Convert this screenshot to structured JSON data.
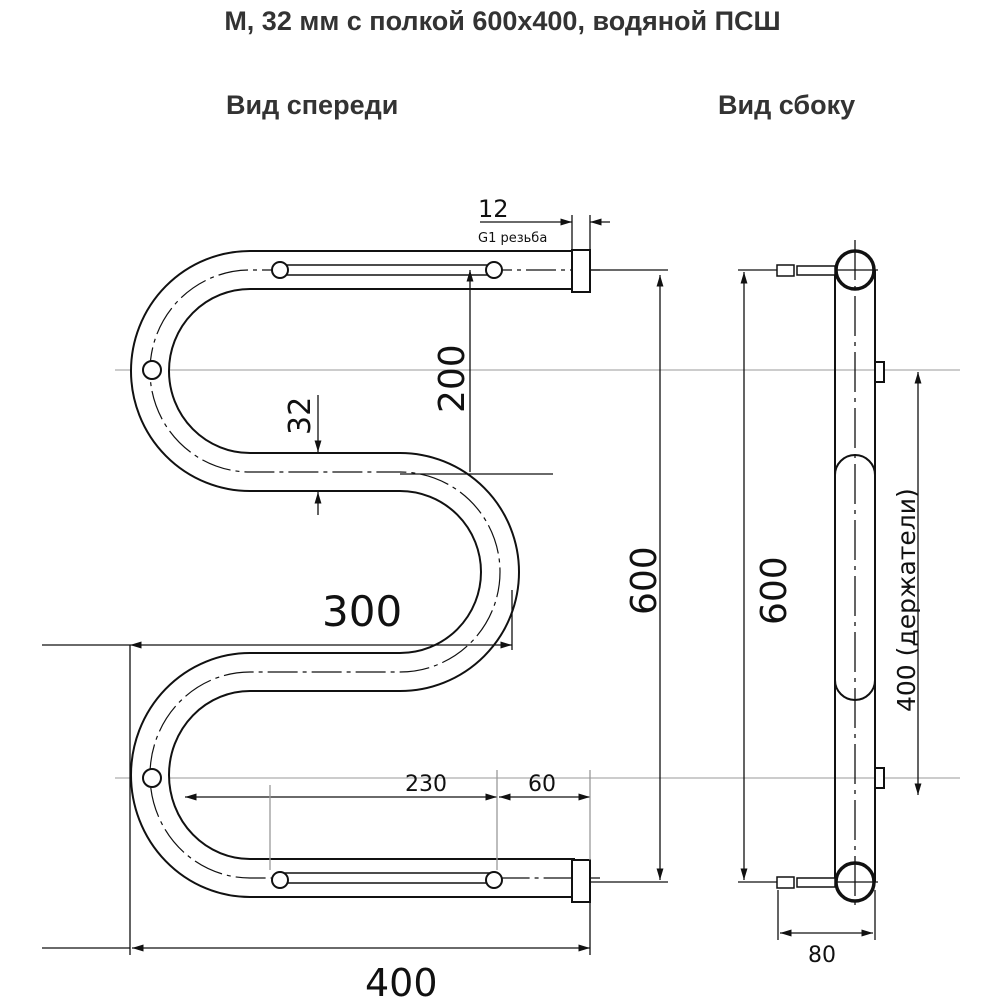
{
  "title": "М, 32 мм с полкой 600х400, водяной ПСШ",
  "views": {
    "front": "Вид спереди",
    "side": "Вид сбоку"
  },
  "dimensions": {
    "thread_width": "12",
    "thread_label": "G1 резьба",
    "step": "200",
    "pipe_diameter": "32",
    "bend_width": "300",
    "height": "600",
    "shelf_length": "230",
    "end_offset": "60",
    "total_width": "400",
    "side_height": "600",
    "holders": "400 (держатели)",
    "depth": "80"
  },
  "colors": {
    "line": "#111111",
    "axis": "#888888",
    "text": "#333333"
  }
}
